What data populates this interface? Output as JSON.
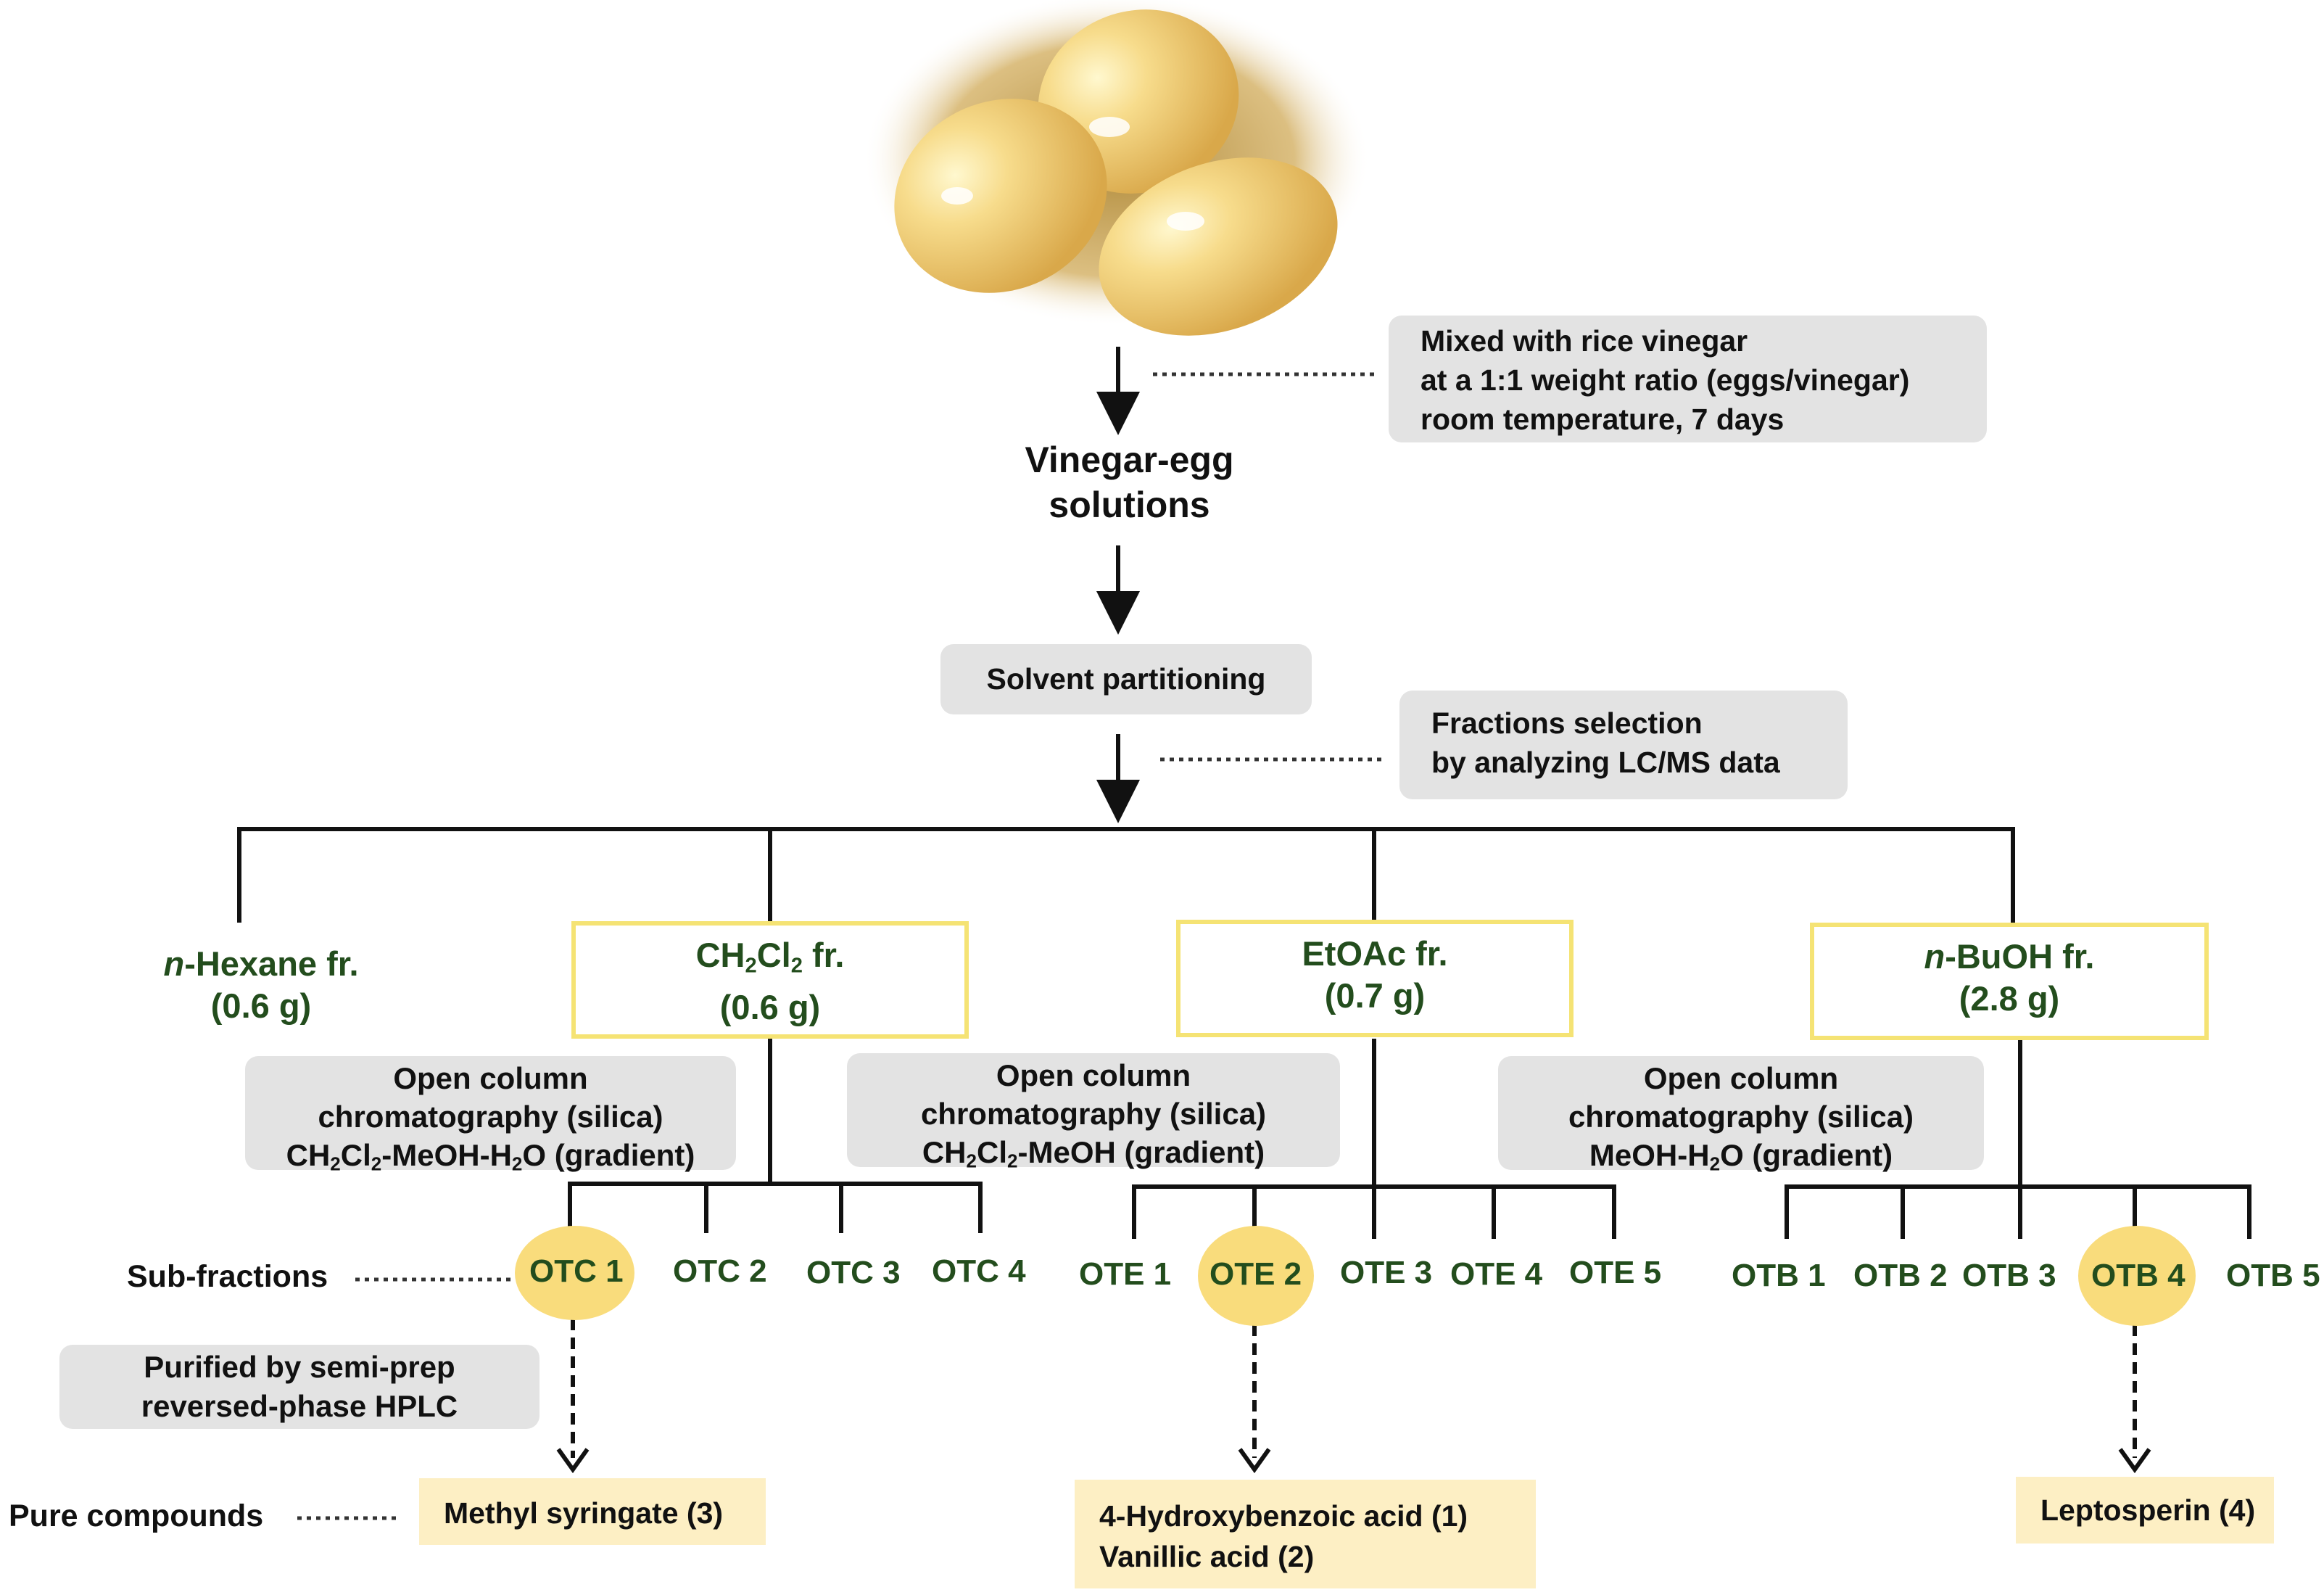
{
  "top_note": {
    "line1": "Mixed with rice vinegar",
    "line2": "at a 1:1 weight ratio (eggs/vinegar)",
    "line3": "room temperature, 7 days"
  },
  "main_step": {
    "line1": "Vinegar-egg",
    "line2": "solutions"
  },
  "partition": {
    "label": "Solvent partitioning"
  },
  "selection_note": {
    "line1": "Fractions selection",
    "line2": "by analyzing LC/MS data"
  },
  "fractions": {
    "hexane": {
      "prefix": "n",
      "name": "-Hexane  fr.",
      "mass": "(0.6 g)"
    },
    "dcm": {
      "name_a": "CH",
      "sub1": "2",
      "name_b": "Cl",
      "sub2": "2",
      "name_c": "  fr.",
      "mass": "(0.6 g)"
    },
    "etoac": {
      "name": "EtOAc  fr.",
      "mass": "(0.7 g)"
    },
    "buoh": {
      "prefix": "n",
      "name": "-BuOH  fr.",
      "mass": "(2.8 g)"
    }
  },
  "columns": {
    "dcm": {
      "line1": "Open column",
      "line2": "chromatography (silica)",
      "line3_a": "CH",
      "s1": "2",
      "line3_b": "Cl",
      "s2": "2",
      "line3_c": "-MeOH-H",
      "s3": "2",
      "line3_d": "O (gradient)"
    },
    "etoac": {
      "line1": "Open column",
      "line2": "chromatography (silica)",
      "line3_a": "CH",
      "s1": "2",
      "line3_b": "Cl",
      "s2": "2",
      "line3_c": "-MeOH (gradient)"
    },
    "buoh": {
      "line1": "Open column",
      "line2": "chromatography (silica)",
      "line3_a": "MeOH-H",
      "s1": "2",
      "line3_b": "O (gradient)"
    }
  },
  "subfractions_label": "Sub-fractions",
  "otc": [
    "OTC 1",
    "OTC 2",
    "OTC 3",
    "OTC 4"
  ],
  "ote": [
    "OTE 1",
    "OTE 2",
    "OTE 3",
    "OTE 4",
    "OTE 5"
  ],
  "otb": [
    "OTB 1",
    "OTB 2",
    "OTB 3",
    "OTB 4",
    "OTB 5"
  ],
  "hplc_note": {
    "line1": "Purified by semi-prep",
    "line2": "reversed-phase HPLC"
  },
  "pure_label": "Pure compounds",
  "compounds": {
    "c3": "Methyl syringate (3)",
    "c1": "4-Hydroxybenzoic acid (1)",
    "c2": "Vanillic acid (2)",
    "c4": "Leptosperin (4)"
  },
  "colors": {
    "green_text": "#234d1d",
    "yellow_border": "#f5e374",
    "highlight": "#f9dc7c",
    "grey_box": "#e3e3e3",
    "cream_box": "#fdefc4"
  }
}
